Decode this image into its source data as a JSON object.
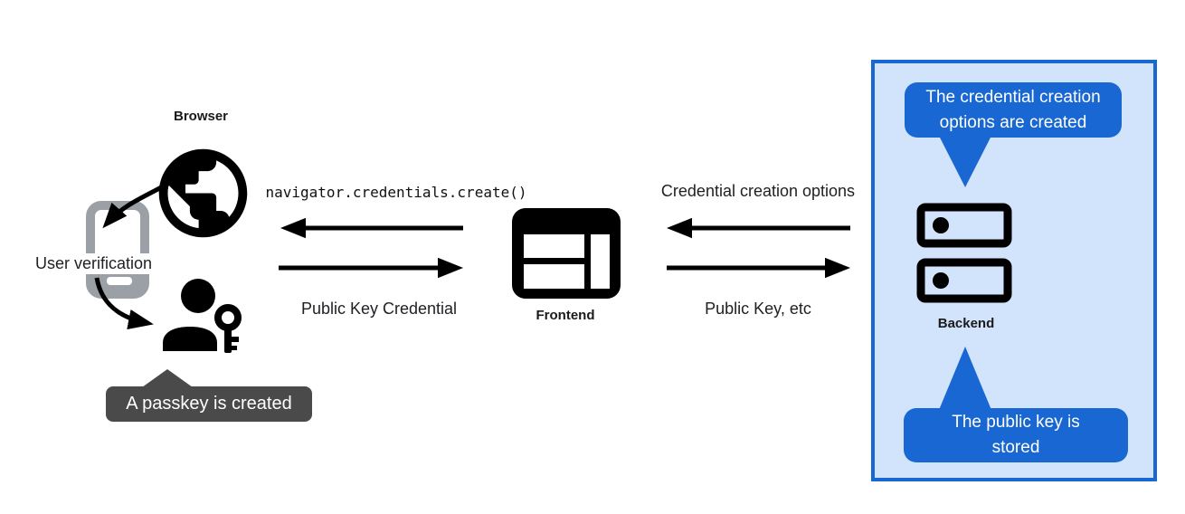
{
  "colors": {
    "accent_blue": "#1967d2",
    "panel_background": "#d2e3fc",
    "dark_tooltip_background": "#4a4a4a",
    "phone_gray": "#9aa0a6",
    "icon_black": "#000000",
    "text_dark": "#202124",
    "page_background": "#ffffff"
  },
  "left_group": {
    "browser_label": "Browser",
    "user_verification_label": "User verification",
    "passkey_tooltip_text": "A passkey is created",
    "icons": [
      "globe-icon",
      "smartphone-icon",
      "person-key-icon"
    ]
  },
  "frontend": {
    "label": "Frontend",
    "icon": "browser-window-icon"
  },
  "backend": {
    "label": "Backend",
    "icon": "server-stack-icon"
  },
  "messages": {
    "frontend_to_browser": "navigator.credentials.create()",
    "browser_to_frontend": "Public Key Credential",
    "backend_to_frontend": "Credential creation options",
    "frontend_to_backend": "Public Key, etc"
  },
  "backend_panel": {
    "top_tooltip_text": "The credential creation\noptions are created",
    "bottom_tooltip_text": "The public key is\nstored"
  }
}
